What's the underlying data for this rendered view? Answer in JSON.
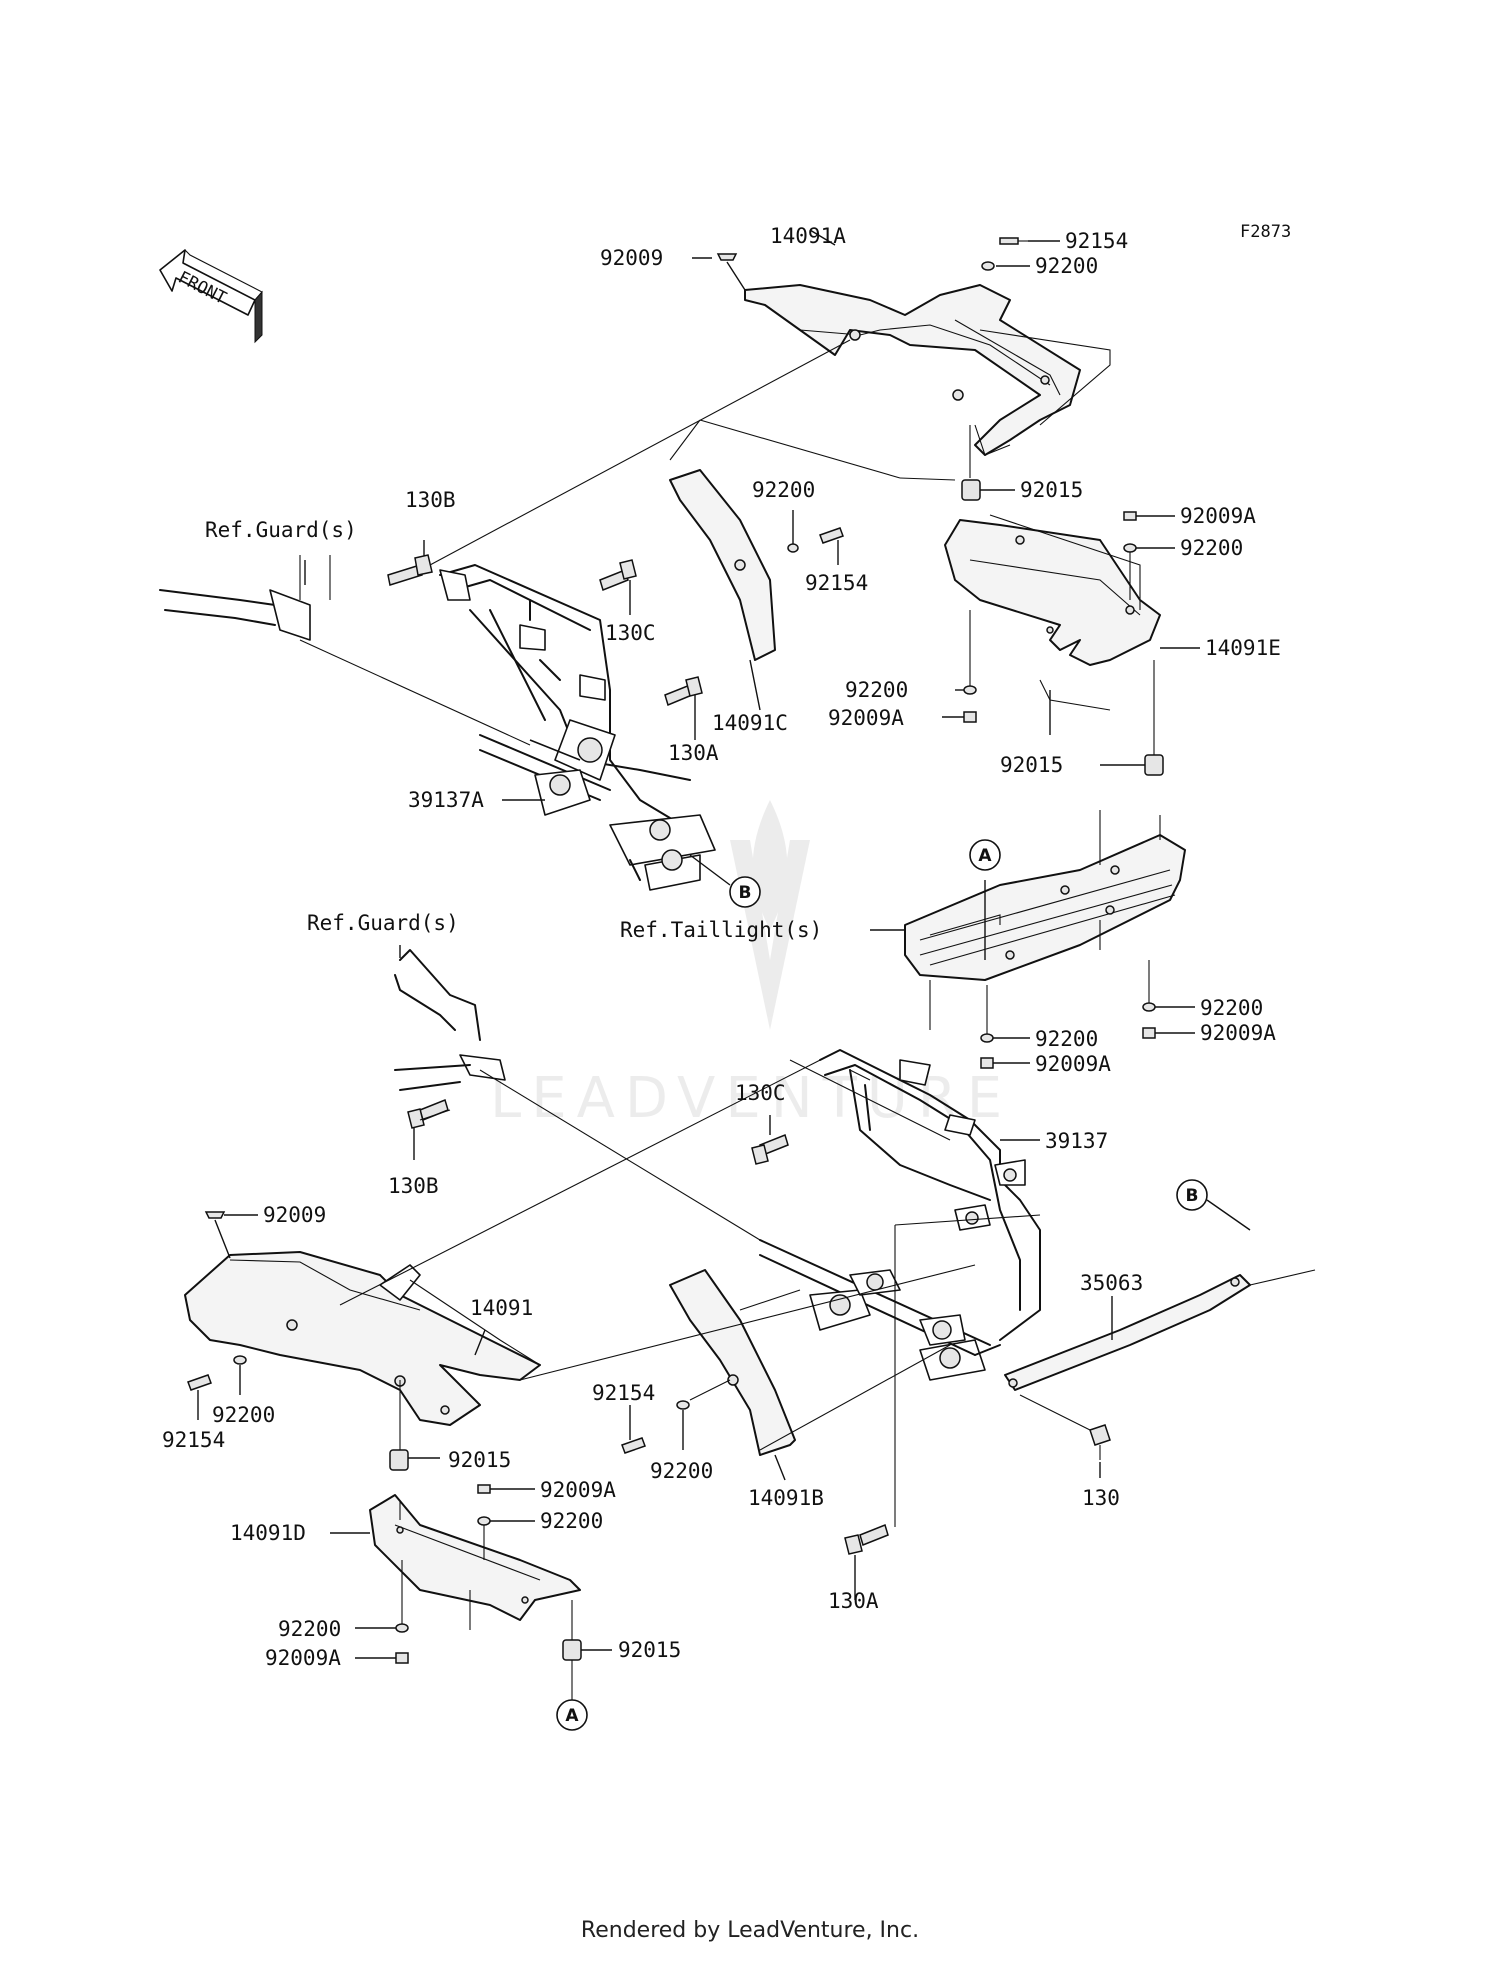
{
  "figure_code": "F2873",
  "front_arrow_label": "FRONT",
  "watermark": "LEADVENTURE",
  "footer": "Rendered by LeadVenture, Inc.",
  "callouts": {
    "a": "A",
    "b": "B"
  },
  "references": {
    "guard_upper": "Ref.Guard(s)",
    "guard_lower": "Ref.Guard(s)",
    "taillight": "Ref.Taillight(s)"
  },
  "labels": {
    "p92009_top": "92009",
    "p14091A": "14091A",
    "p92154_top": "92154",
    "p92200_top": "92200",
    "p130B_top": "130B",
    "p92200_mid": "92200",
    "p92015_top": "92015",
    "p92009A_r1": "92009A",
    "p92200_r1": "92200",
    "p92154_mid": "92154",
    "p130C_top": "130C",
    "p14091E": "14091E",
    "p92200_r2": "92200",
    "p92009A_r2": "92009A",
    "p14091C": "14091C",
    "p130A_top": "130A",
    "p92015_mid": "92015",
    "p39137A": "39137A",
    "p92200_r3": "92200",
    "p92009A_r3": "92009A",
    "p92200_r4": "92200",
    "p92009A_r4": "92009A",
    "p130C_low": "130C",
    "p39137": "39137",
    "p130B_low": "130B",
    "p92009_low": "92009",
    "p14091": "14091",
    "p35063": "35063",
    "p92154_low": "92154",
    "p92200_low": "92200",
    "p92154_left": "92154",
    "p92200_left": "92200",
    "p92015_low": "92015",
    "p14091B": "14091B",
    "p130": "130",
    "p92009A_low1": "92009A",
    "p92200_low1": "92200",
    "p14091D": "14091D",
    "p130A_low": "130A",
    "p92200_low2": "92200",
    "p92009A_low2": "92009A",
    "p92015_bot": "92015"
  }
}
